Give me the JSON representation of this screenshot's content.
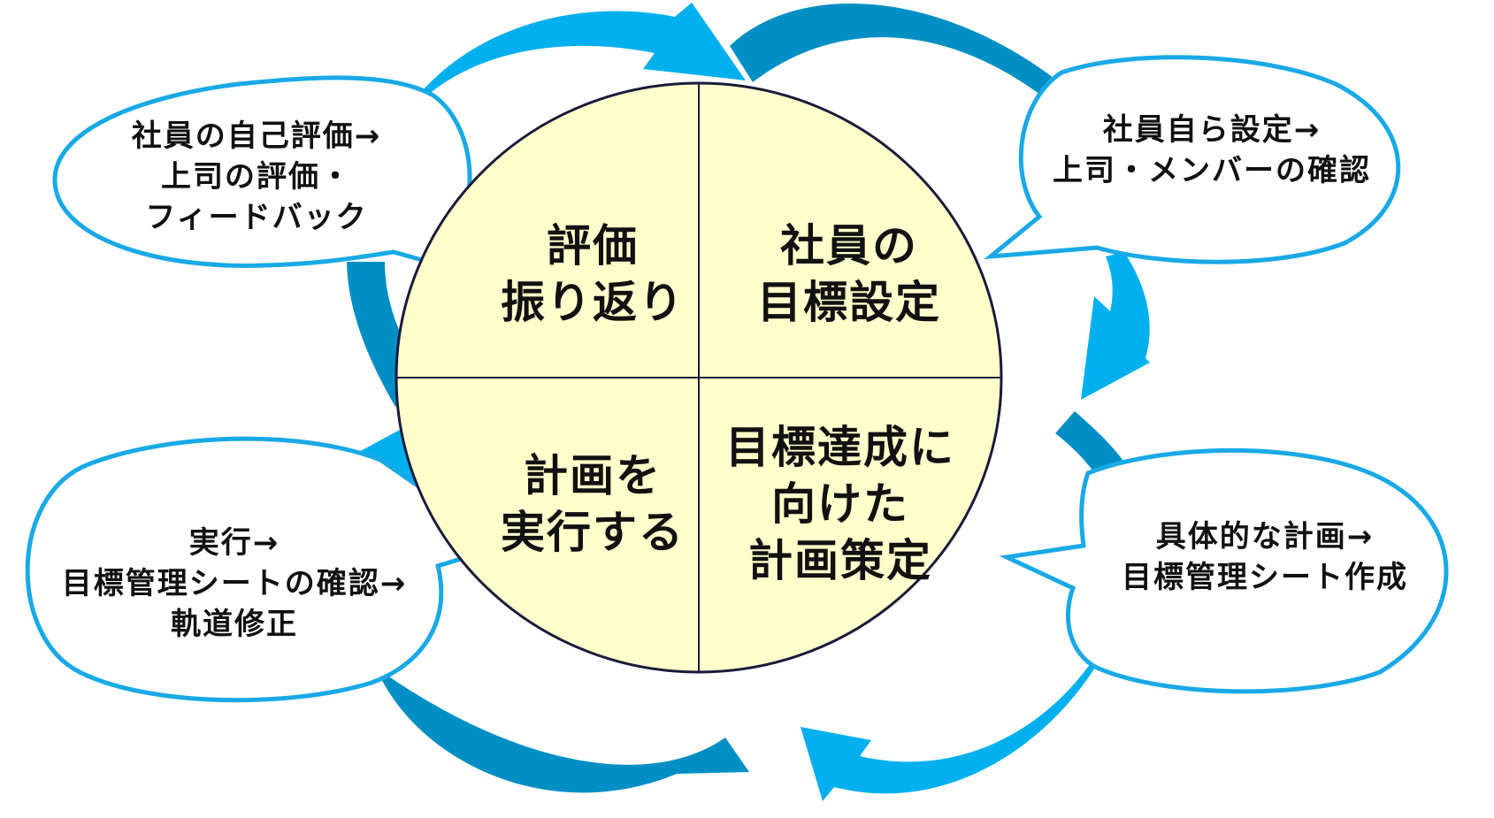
{
  "colors": {
    "arrow_light": "#00B0EE",
    "arrow_dark": "#008FC4",
    "circle_fill": "#FFFFCC",
    "circle_stroke": "#1A1A3A",
    "bubble_stroke": "#19A9E6",
    "bubble_fill": "#FFFFFF"
  },
  "quadrants": {
    "top_left": {
      "lines": [
        "評価",
        "振り返り"
      ]
    },
    "top_right": {
      "lines": [
        "社員の",
        "目標設定"
      ]
    },
    "bottom_right": {
      "lines": [
        "目標達成に",
        "向けた",
        "計画策定"
      ]
    },
    "bottom_left": {
      "lines": [
        "計画を",
        "実行する"
      ]
    }
  },
  "bubbles": {
    "top_left": {
      "lines": [
        "社員の自己評価→",
        "上司の評価・",
        "フィードバック"
      ]
    },
    "top_right": {
      "lines": [
        "社員自ら設定→",
        "上司・メンバーの確認"
      ]
    },
    "bottom_right": {
      "lines": [
        "具体的な計画→",
        "目標管理シート作成"
      ]
    },
    "bottom_left": {
      "lines": [
        "実行→",
        "目標管理シートの確認→",
        "軌道修正"
      ]
    }
  },
  "arrows": [
    {
      "name": "arrow-top-left-to-top",
      "direction": "clockwise",
      "color": "light"
    },
    {
      "name": "arrow-top-to-right",
      "direction": "clockwise",
      "color": "dark"
    },
    {
      "name": "arrow-right-upper",
      "direction": "clockwise",
      "color": "light"
    },
    {
      "name": "arrow-right-lower",
      "direction": "clockwise",
      "color": "dark"
    },
    {
      "name": "arrow-bottom-right",
      "direction": "clockwise",
      "color": "light"
    },
    {
      "name": "arrow-bottom-left",
      "direction": "clockwise",
      "color": "dark"
    },
    {
      "name": "arrow-left-lower",
      "direction": "clockwise",
      "color": "light"
    },
    {
      "name": "arrow-left-upper",
      "direction": "clockwise",
      "color": "dark"
    }
  ]
}
